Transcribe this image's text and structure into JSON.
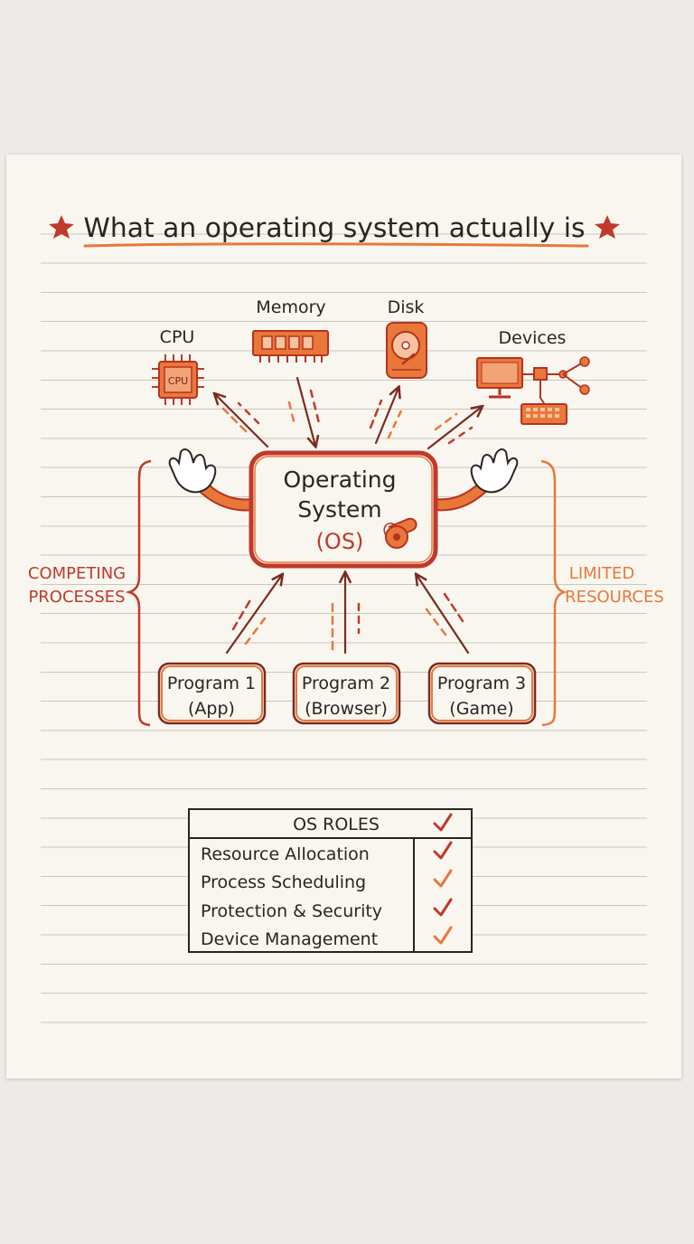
{
  "title": "What an operating system actually is",
  "resources": [
    {
      "label": "CPU",
      "icon": "cpu-chip-icon",
      "chip_text": "CPU"
    },
    {
      "label": "Memory",
      "icon": "memory-module-icon"
    },
    {
      "label": "Disk",
      "icon": "hard-disk-icon"
    },
    {
      "label": "Devices",
      "icon": "devices-network-icon"
    }
  ],
  "os": {
    "line1": "Operating",
    "line2": "System",
    "line3": "(OS)",
    "icon": "whistle-icon"
  },
  "programs": [
    {
      "line1": "Program 1",
      "line2": "(App)"
    },
    {
      "line1": "Program 2",
      "line2": "(Browser)"
    },
    {
      "line1": "Program 3",
      "line2": "(Game)"
    }
  ],
  "left_label": {
    "line1": "COMPETING",
    "line2": "PROCESSES"
  },
  "right_label": {
    "line1": "LIMITED",
    "line2": "RESOURCES"
  },
  "roles_table": {
    "header": "OS ROLES",
    "rows": [
      "Resource Allocation",
      "Process Scheduling",
      "Protection & Security",
      "Device Management"
    ]
  },
  "colors": {
    "red": "#c0392b",
    "orange": "#e8783a",
    "ink": "#2b2420",
    "paper": "#f8f6ef"
  }
}
